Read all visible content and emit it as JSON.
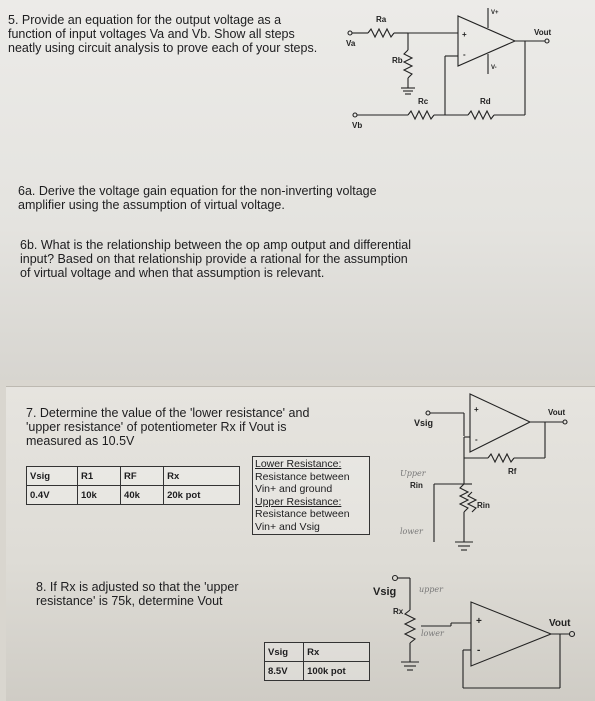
{
  "q5": {
    "lines": [
      "5. Provide an equation for the output voltage as a",
      "function of input voltages Va and Vb. Show all steps",
      "neatly using circuit analysis to prove each of your steps."
    ]
  },
  "circuit1": {
    "ra": "Ra",
    "rb": "Rb",
    "rc": "Rc",
    "rd": "Rd",
    "va": "Va",
    "vb": "Vb",
    "vout": "Vout",
    "vplus": "V+",
    "vminus": "V-",
    "plus": "+",
    "minus": "-"
  },
  "q6a": {
    "lines": [
      "6a. Derive the voltage gain equation for the non-inverting voltage",
      "amplifier using the assumption of virtual voltage."
    ]
  },
  "q6b": {
    "lines": [
      "6b. What is the relationship between the op amp output and differential",
      "input? Based on that relationship provide a rational for the assumption",
      "of virtual voltage and when that assumption is relevant."
    ]
  },
  "q7": {
    "lines": [
      "7. Determine the value of the 'lower resistance' and",
      "'upper resistance' of potentiometer Rx if Vout is",
      "measured as 10.5V"
    ]
  },
  "table7": {
    "headers": [
      "Vsig",
      "R1",
      "RF",
      "Rx"
    ],
    "values": [
      "0.4V",
      "10k",
      "40k",
      "20k pot"
    ]
  },
  "note7": {
    "lower_heading": "Lower Resistance:",
    "lower_text_1": "Resistance between",
    "lower_text_2": "Vin+ and ground",
    "upper_heading": "Upper Resistance:",
    "upper_text_1": "Resistance between",
    "upper_text_2": "Vin+ and Vsig"
  },
  "circuit2": {
    "vsig": "Vsig",
    "vout": "Vout",
    "rf": "Rf",
    "rin_left": "Rin",
    "rin_right": "Rin",
    "plus": "+",
    "minus": "-",
    "hand_upper": "Upper",
    "hand_lower": "lower"
  },
  "q8": {
    "lines": [
      "8. If Rx is adjusted so that the 'upper",
      "resistance' is 75k, determine Vout"
    ]
  },
  "circuit3": {
    "vsig": "Vsig",
    "rx": "Rx",
    "vout": "Vout",
    "plus": "+",
    "minus": "-",
    "hand_upper": "upper",
    "hand_lower": "lower"
  },
  "table8": {
    "headers": [
      "Vsig",
      "Rx"
    ],
    "values": [
      "8.5V",
      "100k pot"
    ]
  }
}
